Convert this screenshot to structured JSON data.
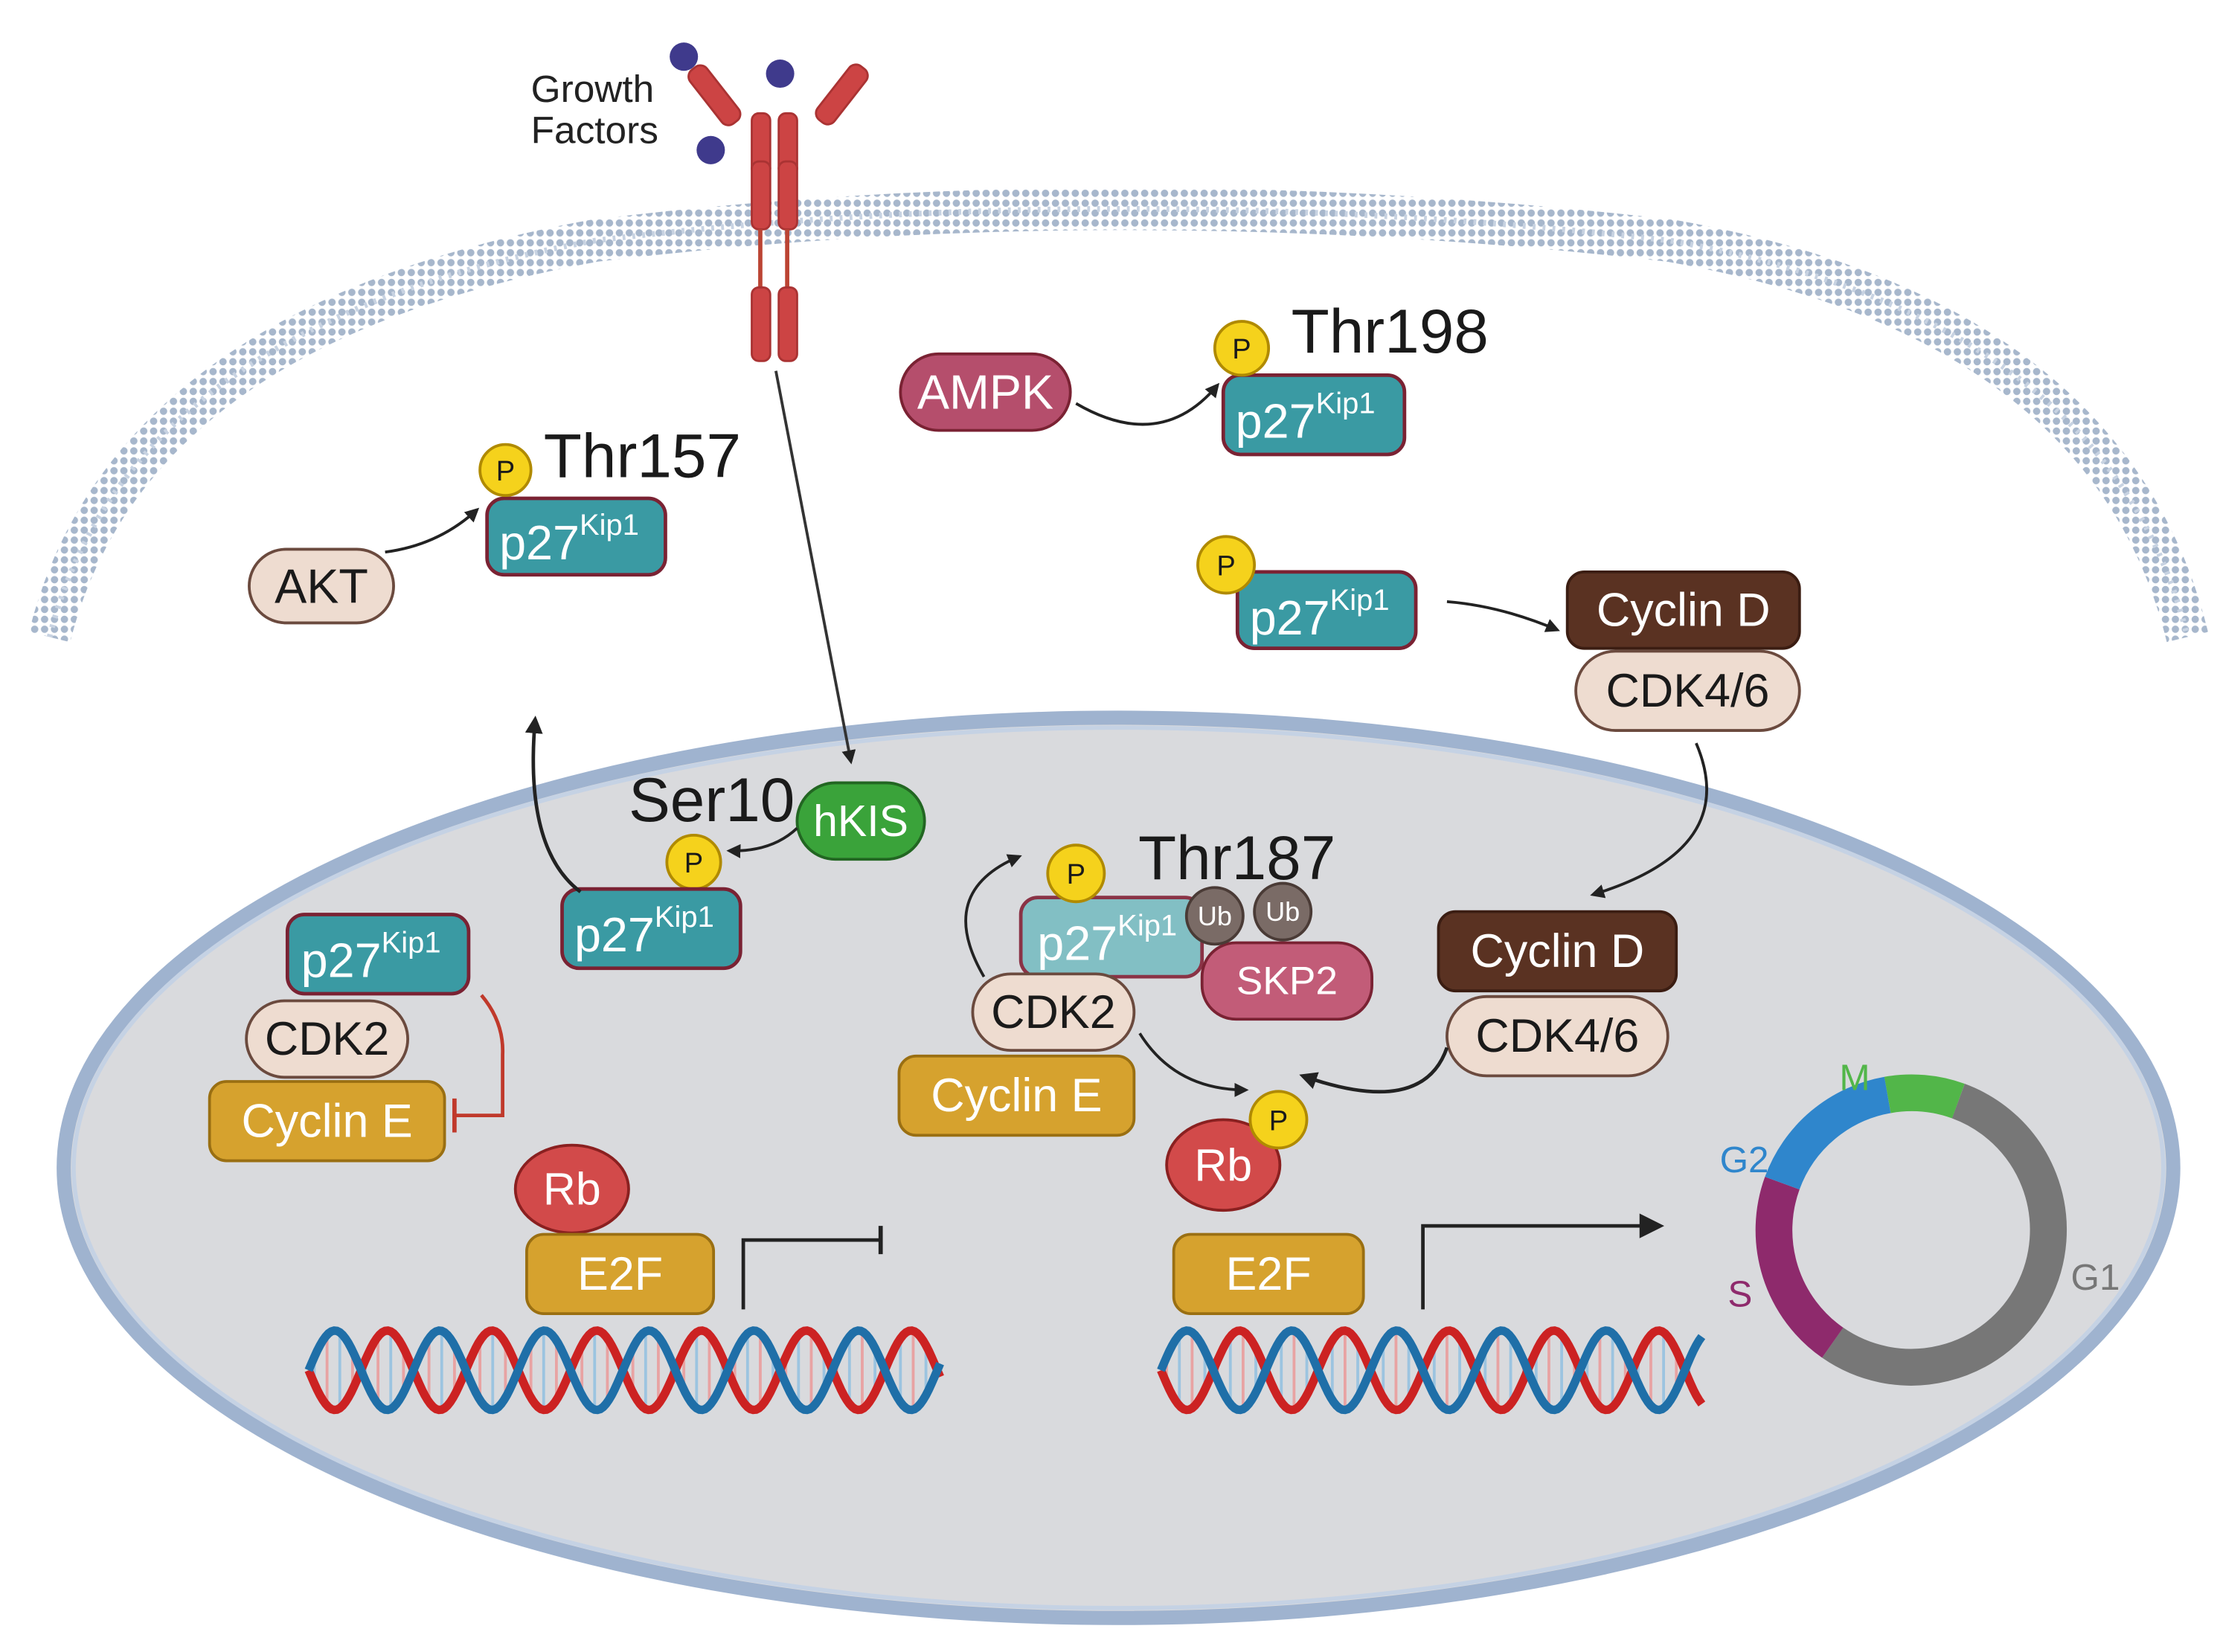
{
  "colors": {
    "p27": "#3a9aa3",
    "p27_border": "#7a2233",
    "akt": "#eedcd0",
    "ampk": "#b54e6c",
    "hkis": "#3aa33a",
    "cyclin_d": "#5a3222",
    "cdk": "#eedcd0",
    "cyclin_e": "#d6a22e",
    "rb": "#d24a4a",
    "e2f": "#d6a22e",
    "skp2": "#c25c78",
    "ub": "#7a6b66",
    "phospho": "#f5d21c",
    "receptor": "#cc4444",
    "ligand": "#3f3a8c",
    "nucleus": "#d9dadd",
    "membrane": "#9fb3cf",
    "dna_red": "#cc2222",
    "dna_blue": "#1f6fa8",
    "cycle_m": "#52b649",
    "cycle_g2": "#2f86cc",
    "cycle_s": "#8e2a6c",
    "cycle_g1": "#777777",
    "inhibit": "#c0392b"
  },
  "growth_factors": {
    "line1": "Growth",
    "line2": "Factors"
  },
  "akt_module": {
    "kinase": "AKT",
    "p27": "p27",
    "kip1": "Kip1",
    "phospho": "P",
    "site": "Thr157"
  },
  "ampk_module": {
    "kinase": "AMPK",
    "p27": "p27",
    "kip1": "Kip1",
    "phospho": "P",
    "site": "Thr198"
  },
  "cytoplasm_cyclin_d": {
    "p27": "p27",
    "kip1": "Kip1",
    "phospho": "P",
    "cyclin": "Cyclin D",
    "cdk": "CDK4/6"
  },
  "hkis_module": {
    "kinase": "hKIS",
    "site": "Ser10",
    "phospho": "P",
    "p27": "p27",
    "kip1": "Kip1"
  },
  "inhibition_complex": {
    "p27": "p27",
    "kip1": "Kip1",
    "cdk": "CDK2",
    "cyclin": "Cyclin E"
  },
  "degradation_complex": {
    "phospho": "P",
    "site": "Thr187",
    "p27": "p27",
    "kip1": "Kip1",
    "ub1": "Ub",
    "ub2": "Ub",
    "ligase": "SKP2",
    "cdk": "CDK2",
    "cyclin": "Cyclin E"
  },
  "nuclear_cyclin_d": {
    "cyclin": "Cyclin D",
    "cdk": "CDK4/6"
  },
  "rb_phospho": {
    "protein": "Rb",
    "phospho": "P"
  },
  "repressed_promoter": {
    "rb": "Rb",
    "tf": "E2F"
  },
  "active_promoter": {
    "tf": "E2F"
  },
  "cell_cycle": {
    "m": "M",
    "g2": "G2",
    "s": "S",
    "g1": "G1",
    "phases": [
      {
        "name": "G1",
        "start_deg": 20,
        "end_deg": 215
      },
      {
        "name": "S",
        "start_deg": 215,
        "end_deg": 290
      },
      {
        "name": "G2",
        "start_deg": 290,
        "end_deg": 350
      },
      {
        "name": "M",
        "start_deg": 350,
        "end_deg": 380
      }
    ]
  }
}
